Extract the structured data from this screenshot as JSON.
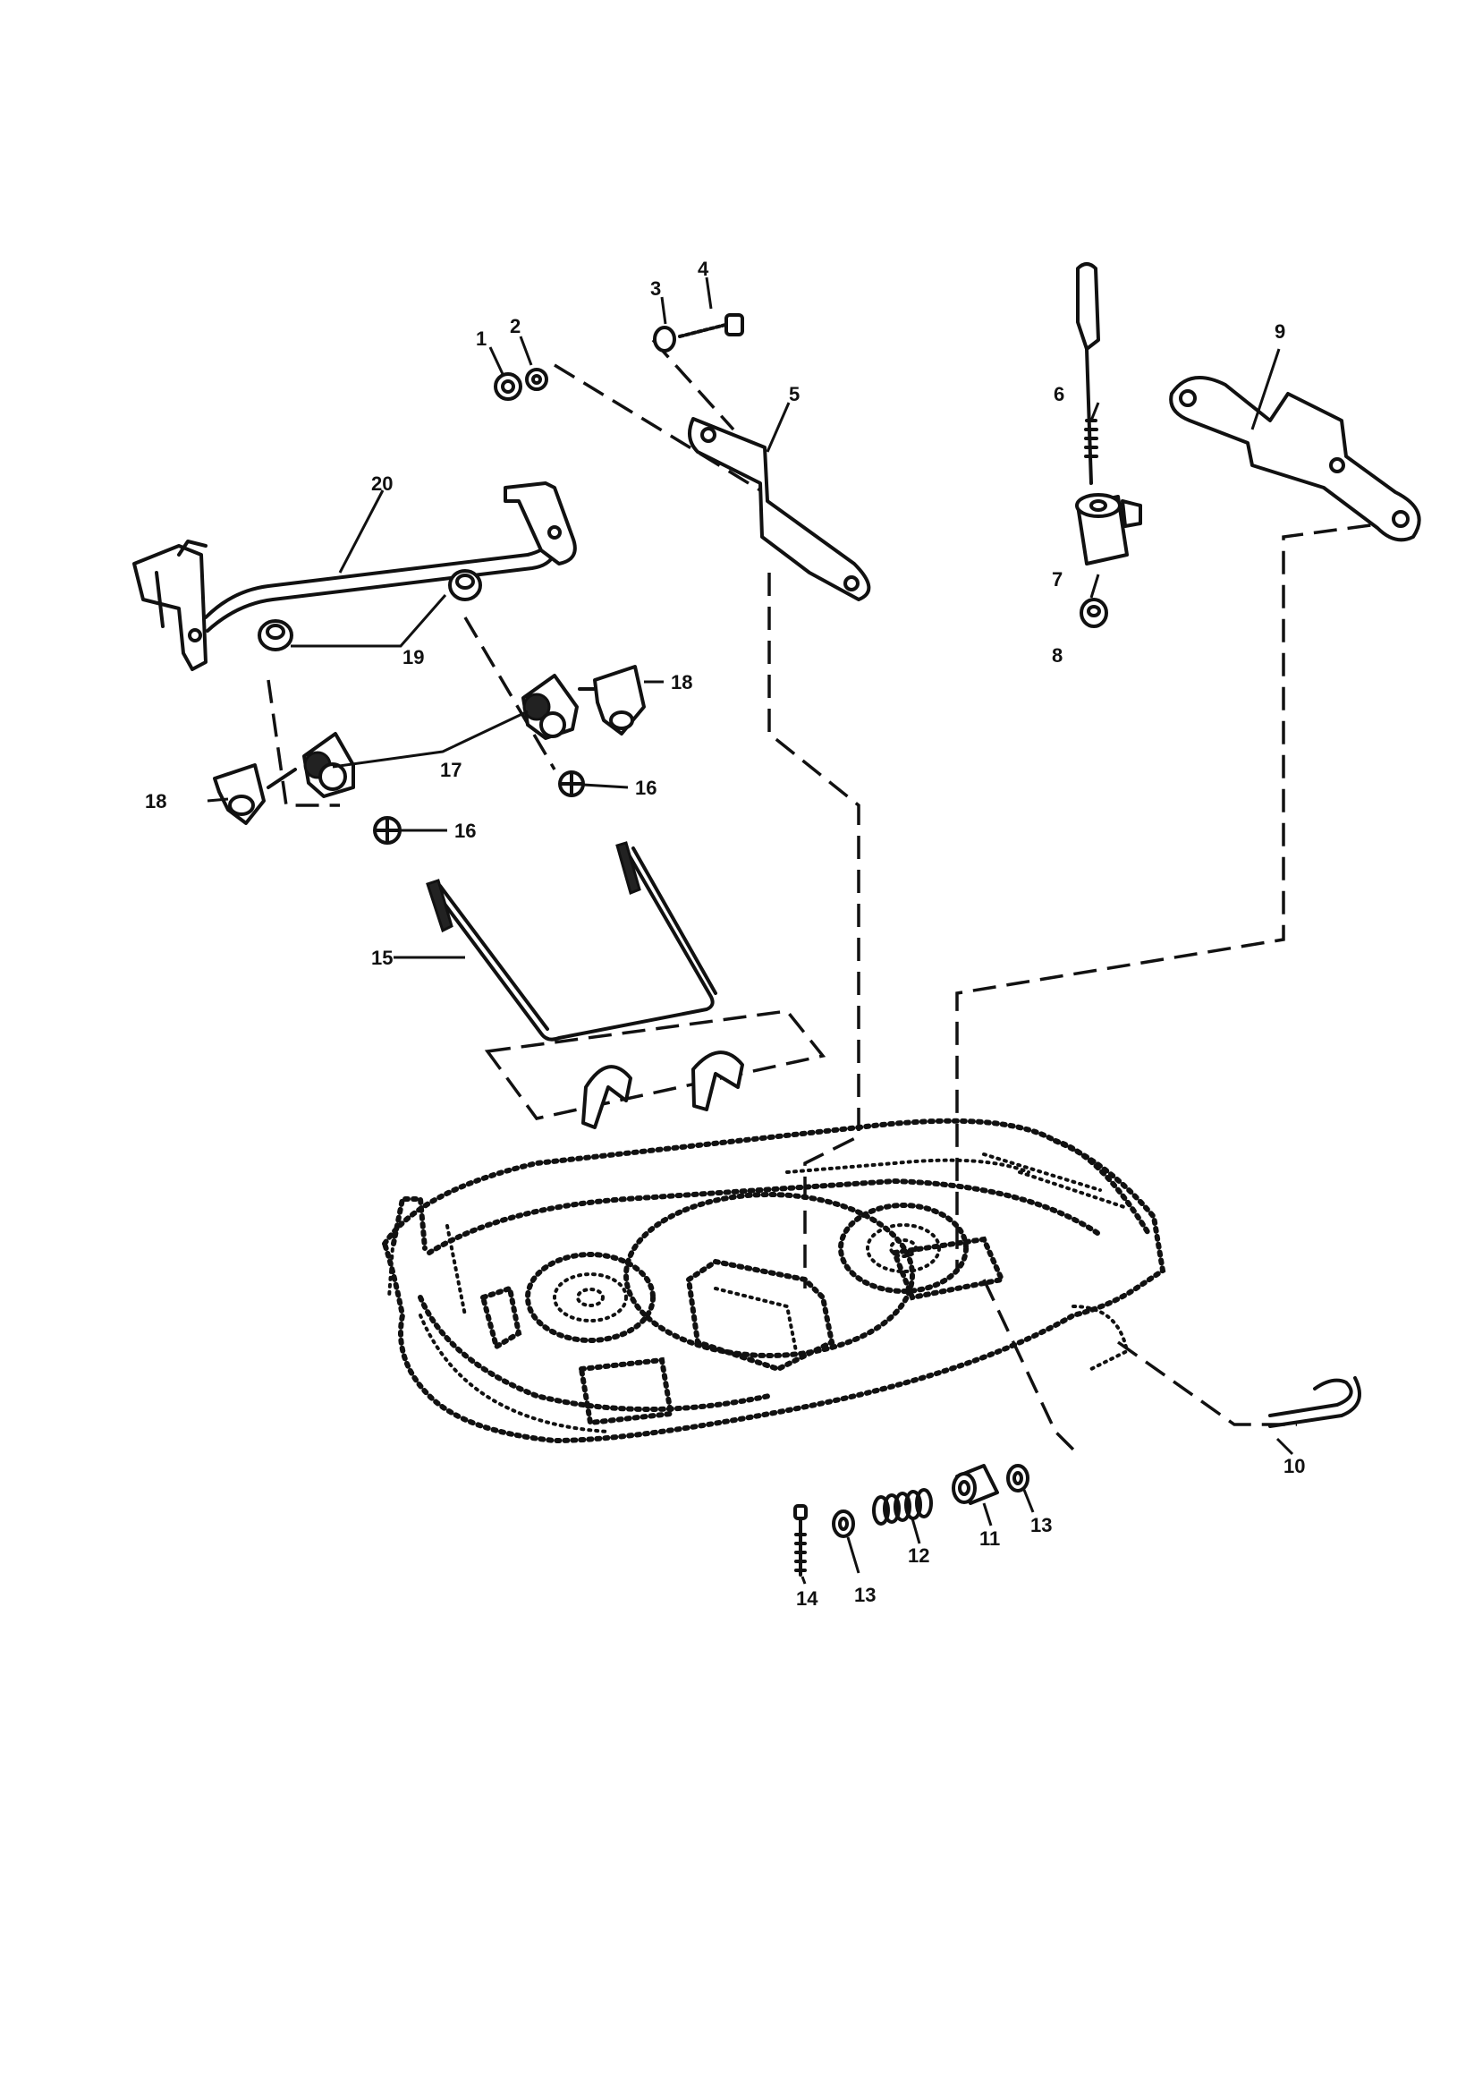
{
  "callouts": [
    {
      "id": "c1",
      "label": "1"
    },
    {
      "id": "c2",
      "label": "2"
    },
    {
      "id": "c3",
      "label": "3"
    },
    {
      "id": "c4",
      "label": "4"
    },
    {
      "id": "c5",
      "label": "5"
    },
    {
      "id": "c6",
      "label": "6"
    },
    {
      "id": "c7",
      "label": "7"
    },
    {
      "id": "c8",
      "label": "8"
    },
    {
      "id": "c9",
      "label": "9"
    },
    {
      "id": "c10",
      "label": "10"
    },
    {
      "id": "c11",
      "label": "11"
    },
    {
      "id": "c12",
      "label": "12"
    },
    {
      "id": "c13a",
      "label": "13"
    },
    {
      "id": "c13b",
      "label": "13"
    },
    {
      "id": "c14",
      "label": "14"
    },
    {
      "id": "c15",
      "label": "15"
    },
    {
      "id": "c16a",
      "label": "16"
    },
    {
      "id": "c16b",
      "label": "16"
    },
    {
      "id": "c17",
      "label": "17"
    },
    {
      "id": "c18a",
      "label": "18"
    },
    {
      "id": "c18b",
      "label": "18"
    },
    {
      "id": "c19",
      "label": "19"
    },
    {
      "id": "c20",
      "label": "20"
    }
  ]
}
